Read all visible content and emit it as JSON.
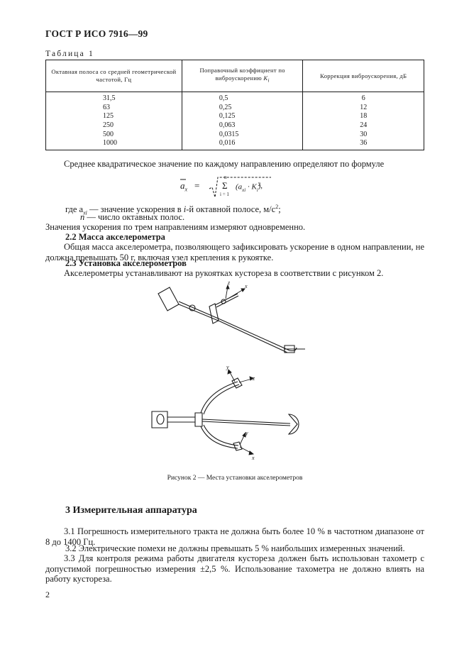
{
  "header": {
    "doc_id": "ГОСТ Р ИСО 7916—99"
  },
  "table1": {
    "caption": "Таблица 1",
    "headers": [
      "Октавная полоса со средней геометрической частотой, Гц",
      "Поправочный коэффициент по виброускорению",
      "Коррекция виброускорения, дБ"
    ],
    "header_symbol": "K",
    "header_symbol_sub": "i",
    "rows": [
      [
        "31,5",
        "0,5",
        "6"
      ],
      [
        "63",
        "0,25",
        "12"
      ],
      [
        "125",
        "0,125",
        "18"
      ],
      [
        "250",
        "0,063",
        "24"
      ],
      [
        "500",
        "0,0315",
        "30"
      ],
      [
        "1000",
        "0,016",
        "36"
      ]
    ]
  },
  "text": {
    "mean_square": "Среднее квадратическое значение по каждому направлению определяют по формуле",
    "formula": {
      "lhs": "a",
      "lhs_sub": "x",
      "equals": "=",
      "sigma": "Σ",
      "upper": "n",
      "lower": "i = 1",
      "term": "(a",
      "term_sub": "xi",
      "term_mid": "· K",
      "term_sub2": "i",
      "term_close": ")",
      "power": "2",
      "comma": ","
    },
    "where_a": "где a",
    "where_a_sub": "xi",
    "where_a_text": " — значение ускорения в ",
    "where_i": "i",
    "where_a_tail": "-й октавной полосе, м/с",
    "where_a_sup": "2",
    "where_a_end": ";",
    "where_n": "n",
    "where_n_text": " — число октавных полос.",
    "simultaneous": "Значения ускорения по трем направлениям измеряют одновременно.",
    "s22_title": "2.2 Масса акселерометра",
    "s22_body": "Общая масса акселерометра, позволяющего зафиксировать ускорение в одном направлении, не должна превышать 50 г, включая узел крепления к рукоятке.",
    "s23_title": "2.3 Установка акселерометров",
    "s23_body": "Акселерометры устанавливают на рукоятках кустореза в соответствии с рисунком 2."
  },
  "figure": {
    "caption": "Рисунок 2 — Места установки акселерометров",
    "axis_labels": {
      "top_z": "z",
      "top_x": "x",
      "mid_y": "y",
      "mid_z": "z",
      "low_y": "y",
      "low_x": "x"
    }
  },
  "section3": {
    "title": "3 Измерительная аппаратура",
    "p31": "3.1 Погрешность измерительного тракта не должна быть более 10 % в частотном диапазоне от 8 до 1400 Гц.",
    "p32": "3.2 Электрические помехи не должны превышать 5 % наибольших измеренных значений.",
    "p33": "3.3 Для контроля режима работы двигателя кустореза должен быть использован тахометр с допустимой погрешностью измерения ±2,5 %. Использование тахометра не должно влиять на работу кустореза."
  },
  "page_number": "2"
}
